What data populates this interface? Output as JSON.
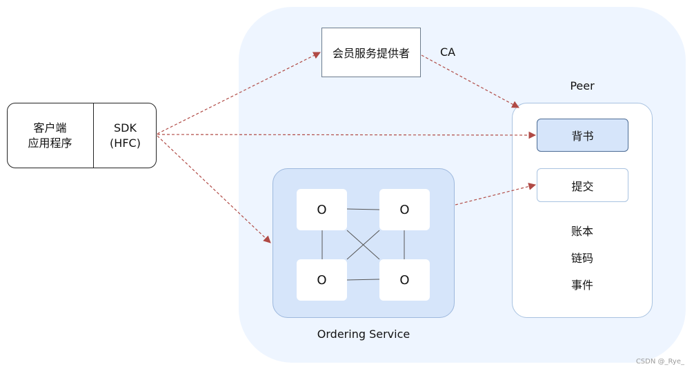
{
  "client": {
    "app_label_line1": "客户端",
    "app_label_line2": "应用程序",
    "sdk_label_line1": "SDK",
    "sdk_label_line2": "(HFC)"
  },
  "membership": {
    "label": "会员服务提供者",
    "ca_label": "CA"
  },
  "ordering": {
    "nodes": [
      "O",
      "O",
      "O",
      "O"
    ],
    "label": "Ordering Service"
  },
  "peer": {
    "title": "Peer",
    "endorse_label": "背书",
    "commit_label": "提交",
    "items": [
      "账本",
      "链码",
      "事件"
    ]
  },
  "colors": {
    "region_fill": "#eef5ff",
    "ordering_fill": "#d6e5fa",
    "arrow": "#b04a45"
  },
  "watermark": "CSDN @_Rye_"
}
